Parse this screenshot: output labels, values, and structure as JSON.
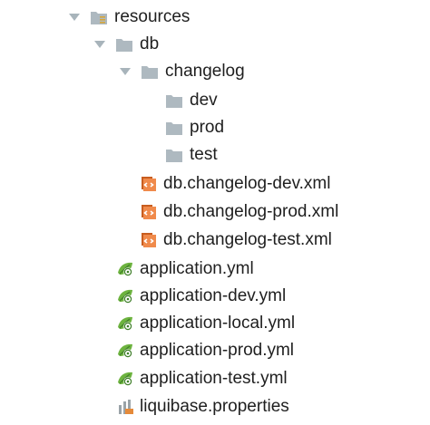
{
  "tree": {
    "resources": "resources",
    "db": "db",
    "changelog": "changelog",
    "dev": "dev",
    "prod": "prod",
    "test": "test",
    "db_changelog_dev": "db.changelog-dev.xml",
    "db_changelog_prod": "db.changelog-prod.xml",
    "db_changelog_test": "db.changelog-test.xml",
    "application": "application.yml",
    "application_dev": "application-dev.yml",
    "application_local": "application-local.yml",
    "application_prod": "application-prod.yml",
    "application_test": "application-test.yml",
    "liquibase_properties": "liquibase.properties"
  },
  "icons": {
    "chevron": "chevron-down-icon",
    "folder": "folder-icon",
    "resources_folder": "resources-folder-icon",
    "xml": "xml-file-icon",
    "yml": "spring-yml-icon",
    "properties": "properties-file-icon"
  },
  "colors": {
    "folder": "#aeb9c0",
    "resources_lines": "#d7a63a",
    "xml_orange": "#f08a4b",
    "xml_dark": "#c85d1f",
    "spring_green": "#6db33f",
    "spring_dark": "#3f7f2a",
    "properties_gray": "#9aa3a8",
    "properties_orange": "#e58a3a",
    "text": "#1f1f1f"
  }
}
